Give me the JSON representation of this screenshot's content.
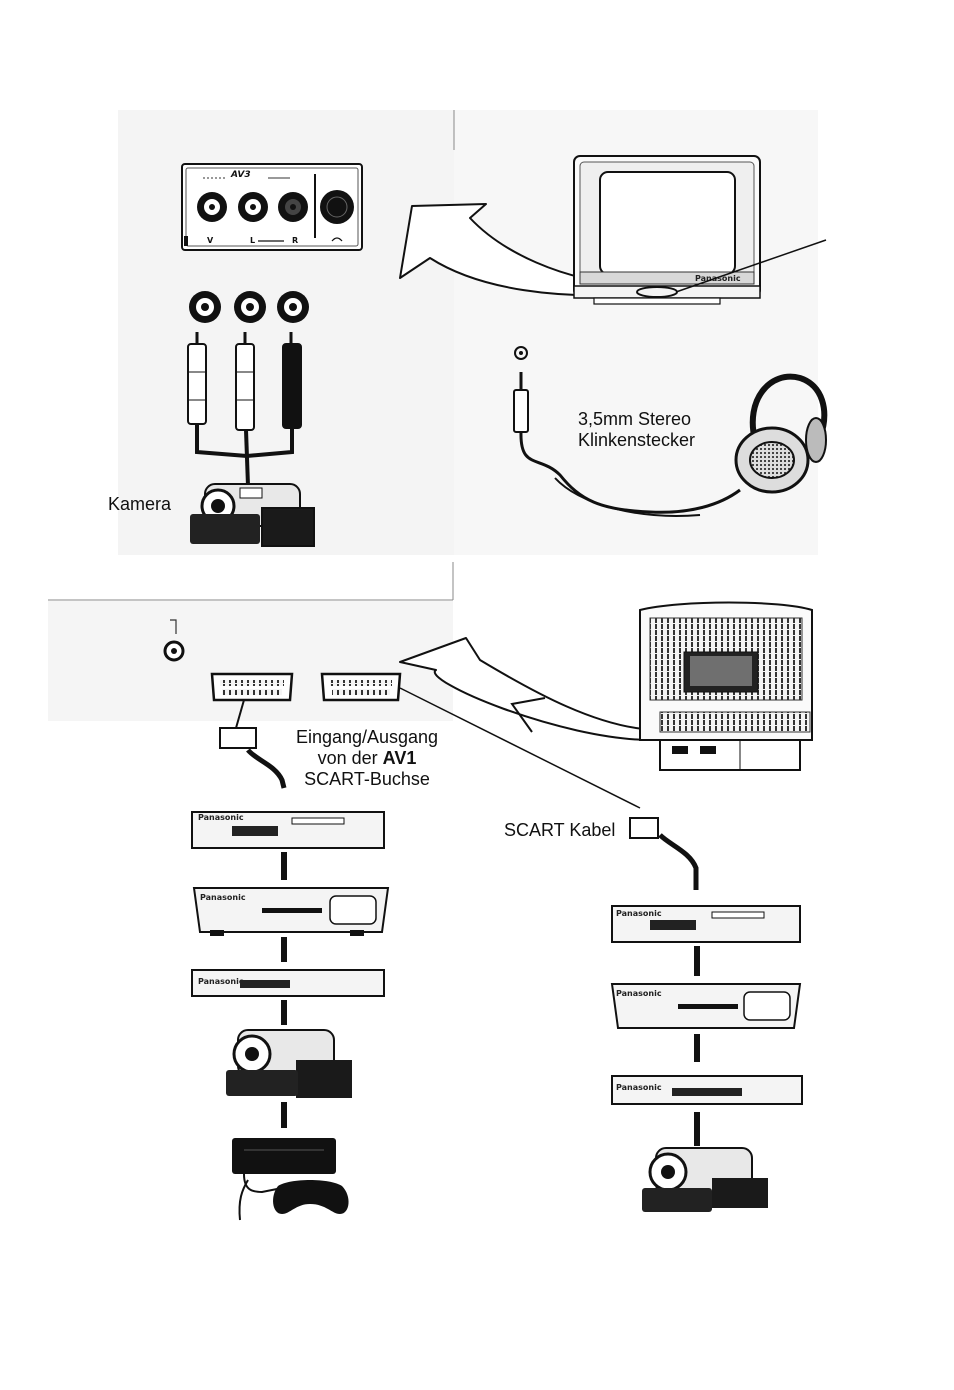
{
  "av3_panel": {
    "header": "AV3",
    "jack_labels": [
      "V",
      "L",
      "R"
    ]
  },
  "labels": {
    "headphone_plug_line1": "3,5mm Stereo",
    "headphone_plug_line2": "Klinkenstecker",
    "camera": "Kamera",
    "scart_io_line1": "Eingang/Ausgang",
    "scart_io_line2_prefix": "von der ",
    "scart_io_line2_bold": "AV1",
    "scart_io_line3": "SCART-Buchse",
    "scart_cable": "SCART Kabel"
  },
  "device_brand": "Panasonic"
}
